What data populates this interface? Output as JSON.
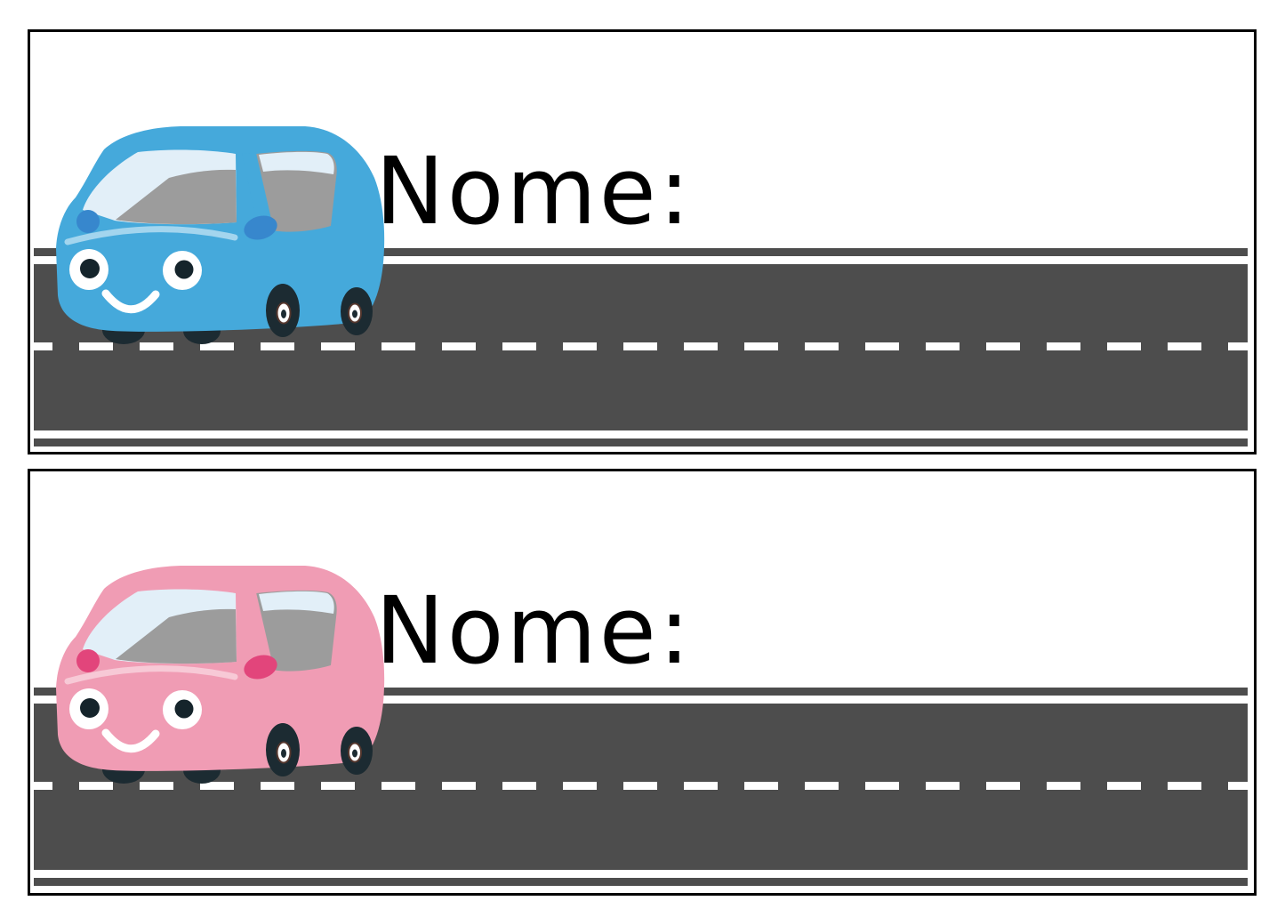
{
  "document": {
    "type": "printable name tag template",
    "background_color": "#ffffff",
    "card_border_color": "#000000",
    "text_color": "#000000"
  },
  "road": {
    "surface_color": "#4d4d4d",
    "marking_color": "#ffffff"
  },
  "cards": [
    {
      "name_label": "Nome:",
      "car": "blue-car",
      "palette": {
        "body": "#45a9db",
        "mirror": "#3787cd",
        "window_glass": "#e2eff8",
        "window_interior": "#9c9c9c",
        "hood_highlight": "#a3d5ee",
        "wheel": "#1c2b32",
        "eye": "#ffffff",
        "pupil": "#15242b",
        "smile": "#ffffff"
      }
    },
    {
      "name_label": "Nome:",
      "car": "pink-car",
      "palette": {
        "body": "#f09cb4",
        "mirror": "#e2457b",
        "window_glass": "#e2eff8",
        "window_interior": "#9c9c9c",
        "hood_highlight": "#f7c9d6",
        "wheel": "#1c2b32",
        "eye": "#ffffff",
        "pupil": "#15242b",
        "smile": "#ffffff"
      }
    }
  ]
}
